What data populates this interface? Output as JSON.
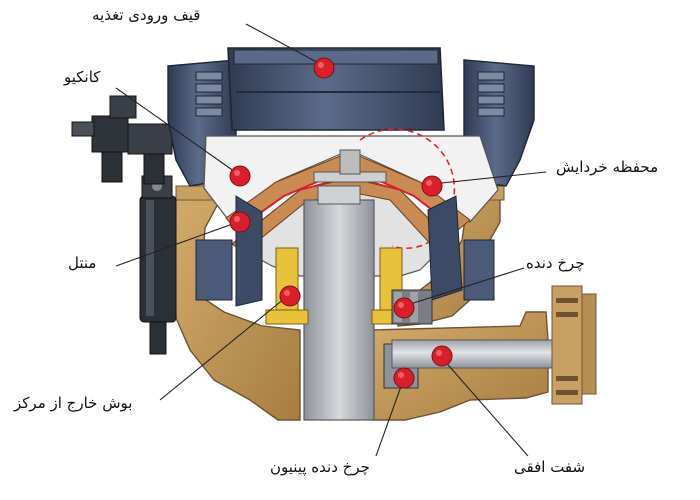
{
  "labels": {
    "feed_hopper": "قیف ورودی تغذیه",
    "concave": "کانکیو",
    "crushing_chamber": "محفظه خردایش",
    "mantle": "منتل",
    "gear": "چرخ دنده",
    "eccentric_bushing": "بوش خارج از مرکز",
    "pinion_gear": "چرخ دنده پینیون",
    "horizontal_shaft": "شفت افقی"
  },
  "colors": {
    "marker": "#d9202a",
    "steel_blue": "#4a5a78",
    "bronze": "#c39a5c",
    "shaft_gray": "#b4b7bc",
    "gear_yellow": "#e8c23a",
    "background": "#ffffff"
  }
}
